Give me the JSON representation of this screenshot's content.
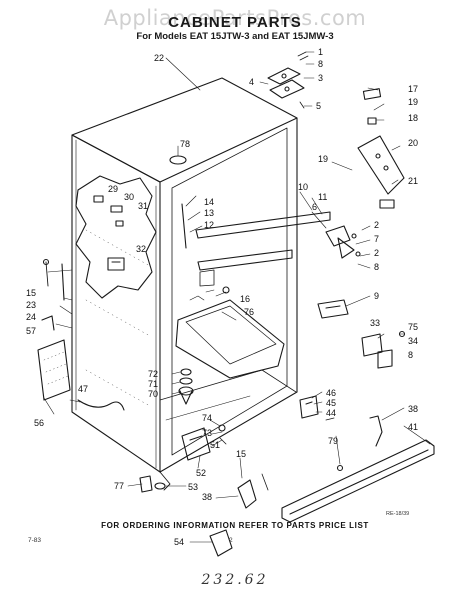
{
  "watermark": "AppliancePartsPros.com",
  "title": "CABINET PARTS",
  "subtitle": "For Models EAT 15JTW-3 and EAT 15JMW-3",
  "footer_note": "FOR ORDERING INFORMATION REFER TO PARTS PRICE LIST",
  "left_code": "7-83",
  "page_number": "2",
  "figure_ref": "RE-18/39",
  "handwritten_note": "232.62",
  "callouts": [
    "1",
    "8",
    "3",
    "4",
    "5",
    "22",
    "78",
    "17",
    "19",
    "18",
    "20",
    "19",
    "21",
    "29",
    "30",
    "31",
    "32",
    "14",
    "13",
    "12",
    "10",
    "11",
    "6",
    "2",
    "7",
    "2",
    "8",
    "15",
    "23",
    "24",
    "57",
    "16",
    "76",
    "9",
    "33",
    "75",
    "34",
    "8",
    "72",
    "71",
    "70",
    "47",
    "56",
    "74",
    "73",
    "51",
    "46",
    "45",
    "44",
    "38",
    "41",
    "79",
    "52",
    "53",
    "15",
    "77",
    "38",
    "54"
  ]
}
